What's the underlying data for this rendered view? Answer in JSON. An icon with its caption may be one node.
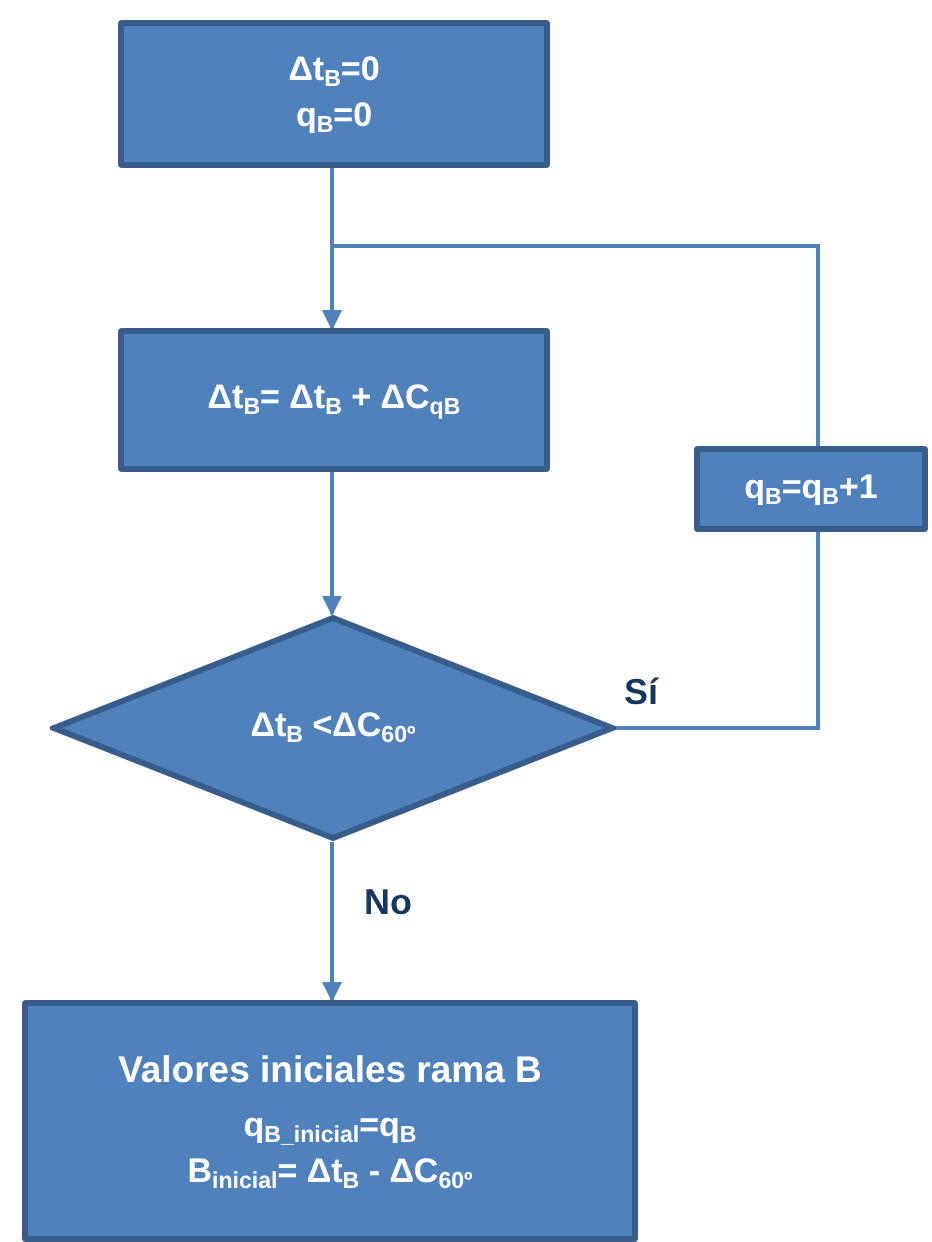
{
  "diagram": {
    "nodes": [
      {
        "text": [
          "Δt$_{B}$=0",
          "q$_{B}$=0"
        ]
      },
      {
        "text": [
          "Δt$_{B}$= Δt$_{B}$ + ΔC$_{qB}$"
        ]
      },
      {
        "text": [
          "Δt$_{B}$ <ΔC$_{60º}$"
        ]
      },
      {
        "text": [
          "q$_{B}$=q$_{B}$+1"
        ]
      },
      {
        "text": [
          "Valores iniciales rama B",
          "q$_{B_inicial}$=q$_{B}$",
          "B$_{inicial}$= Δt$_{B}$ - ΔC$_{60º}$"
        ]
      }
    ],
    "edges": [
      {
        "from": 0,
        "to": 1,
        "arrow": "to"
      },
      {
        "from": 1,
        "to": 2,
        "arrow": "to"
      },
      {
        "from": 2,
        "to": 3,
        "arrow": "none",
        "label": "Sí"
      },
      {
        "from": 3,
        "to": 1,
        "arrow": "to"
      },
      {
        "from": 2,
        "to": 4,
        "arrow": "to",
        "label": "No"
      }
    ]
  }
}
